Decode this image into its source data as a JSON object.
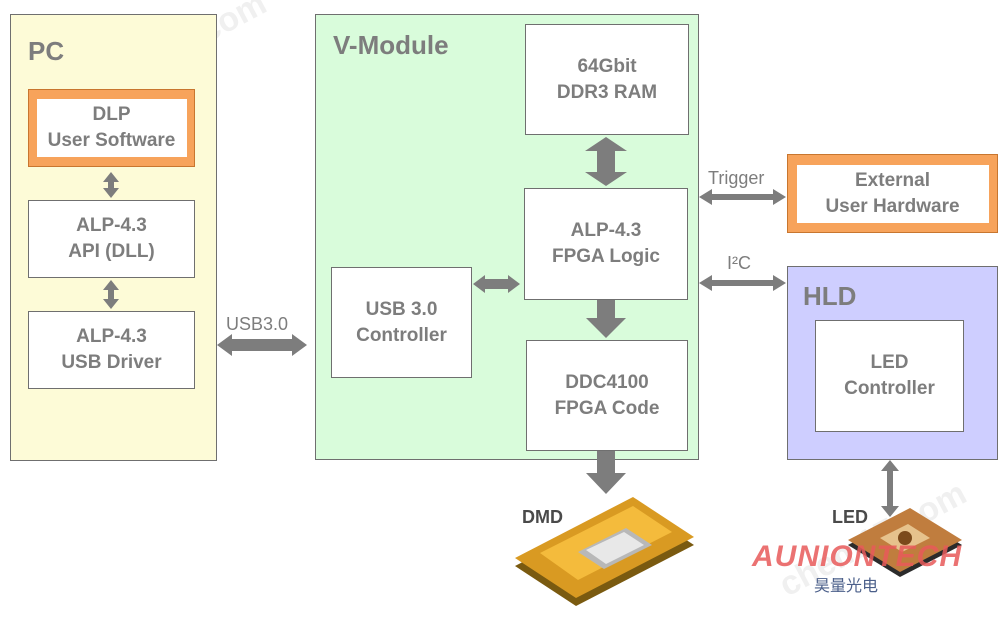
{
  "pc": {
    "title": "PC",
    "software": [
      "DLP",
      "User Software"
    ],
    "api": [
      "ALP-4.3",
      "API (DLL)"
    ],
    "driver": [
      "ALP-4.3",
      "USB Driver"
    ]
  },
  "links": {
    "usb": "USB3.0",
    "trigger": "Trigger",
    "i2c": "I²C"
  },
  "vmodule": {
    "title": "V-Module",
    "ram": [
      "64Gbit",
      "DDR3 RAM"
    ],
    "fpga_logic": [
      "ALP-4.3",
      "FPGA Logic"
    ],
    "usb_controller": [
      "USB 3.0",
      "Controller"
    ],
    "ddc": [
      "DDC4100",
      "FPGA Code"
    ]
  },
  "external": [
    "External",
    "User Hardware"
  ],
  "hld": {
    "title": "HLD",
    "led_controller": [
      "LED",
      "Controller"
    ]
  },
  "dmd_label": "DMD",
  "led_label": "LED",
  "watermark": {
    "brand": "AUNIONTECH",
    "chinese": "昊量光电"
  },
  "colors": {
    "pc_bg": "#fdfbd7",
    "vmodule_bg": "#d9fcdb",
    "orange": "#f7a35b",
    "hld_bg": "#ceceff",
    "arrow": "#7d7d7d"
  }
}
